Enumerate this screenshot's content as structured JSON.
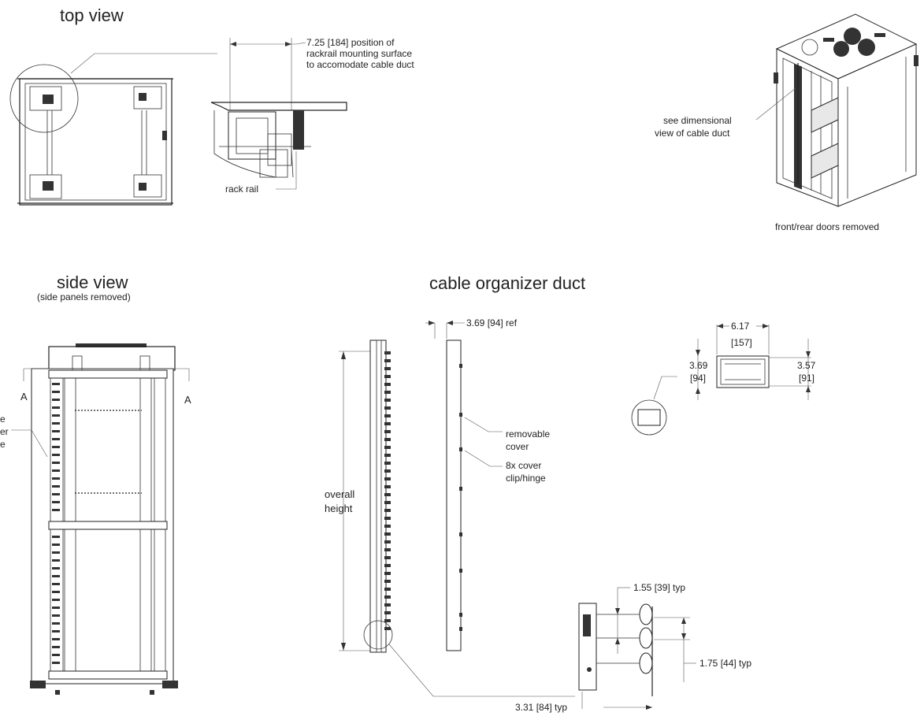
{
  "top_view": {
    "title": "top view",
    "rail_dim": "7.25 [184] position of",
    "rail_dim_2": "rackrail mounting surface",
    "rail_dim_3": "to accomodate cable duct",
    "rack_rail": "rack rail"
  },
  "iso_view": {
    "see_dim_1": "see dimensional",
    "see_dim_2": "view of cable duct",
    "caption": "front/rear doors removed"
  },
  "side_view": {
    "title": "side view",
    "subtitle": "(side panels removed)",
    "section_left": "A",
    "section_right": "A",
    "cut_label_1": "e",
    "cut_label_2": "er",
    "cut_label_3": "e"
  },
  "duct": {
    "title": "cable organizer duct",
    "depth_ref": "3.69 [94] ref",
    "overall_1": "overall",
    "overall_2": "height",
    "removable_1": "removable",
    "removable_2": "cover",
    "clip_1": "8x cover",
    "clip_2": "clip/hinge",
    "width_a": "6.17",
    "width_b": "[157]",
    "h_left_a": "3.69",
    "h_left_b": "[94]",
    "h_right_a": "3.57",
    "h_right_b": "[91]",
    "pitch_155": "1.55 [39] typ",
    "pitch_175": "1.75 [44] typ",
    "depth_331": "3.31 [84] typ"
  }
}
